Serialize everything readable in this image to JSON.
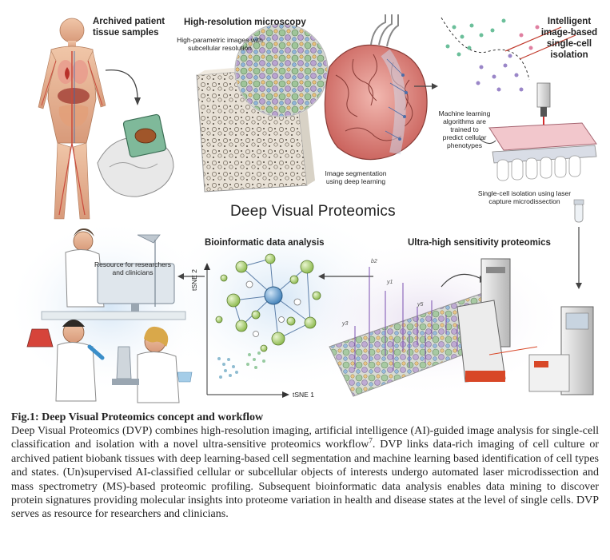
{
  "figure": {
    "center_title": "Deep Visual Proteomics",
    "panels": {
      "tissue": {
        "title_line1": "Archived patient",
        "title_line2": "tissue samples"
      },
      "microscopy": {
        "title": "High-resolution microscopy",
        "subtitle_line1": "High-parametric images with",
        "subtitle_line2": "subcellular resolution",
        "segmentation_line1": "Image segmentation",
        "segmentation_line2": "using deep learning"
      },
      "isolation": {
        "title_line1": "Intelligent",
        "title_line2": "image-based",
        "title_line3": "single-cell",
        "title_line4": "isolation",
        "ml_line1": "Machine learning",
        "ml_line2": "algorithms are",
        "ml_line3": "trained to",
        "ml_line4": "predict cellular",
        "ml_line5": "phenotypes",
        "lcm_line1": "Single-cell isolation using laser",
        "lcm_line2": "capture microdissection"
      },
      "bioinformatics": {
        "title": "Bioinformatic data analysis",
        "axis_y": "tSNE 2",
        "axis_x": "tSNE 1"
      },
      "resource": {
        "label_line1": "Resource for researchers",
        "label_line2": "and clinicians"
      },
      "proteomics": {
        "title": "Ultra-high sensitivity proteomics",
        "ion_labels": [
          "b2",
          "y1",
          "y3",
          "y5"
        ]
      }
    }
  },
  "caption": {
    "title": "Fig.1: Deep Visual Proteomics concept and workflow",
    "body_before_ref": "Deep Visual Proteomics (DVP) combines high-resolution imaging, artificial intelligence (AI)-guided image analysis for single-cell classification and isolation with a novel ultra-sensitive proteomics workflow",
    "reference": "7",
    "body_after_ref": ". DVP links data-rich imaging of cell culture or archived patient biobank tissues with deep learning-based cell segmentation and machine learning based identification of cell types and states. (Un)supervised AI-classified cellular or subcellular objects of interests undergo automated laser microdissection and mass spectrometry (MS)-based proteomic profiling. Subsequent bioinformatic data analysis enables data mining to discover protein signatures providing molecular insights into proteome variation in health and disease states at the level of single cells. DVP serves as resource for researchers and clinicians."
  }
}
